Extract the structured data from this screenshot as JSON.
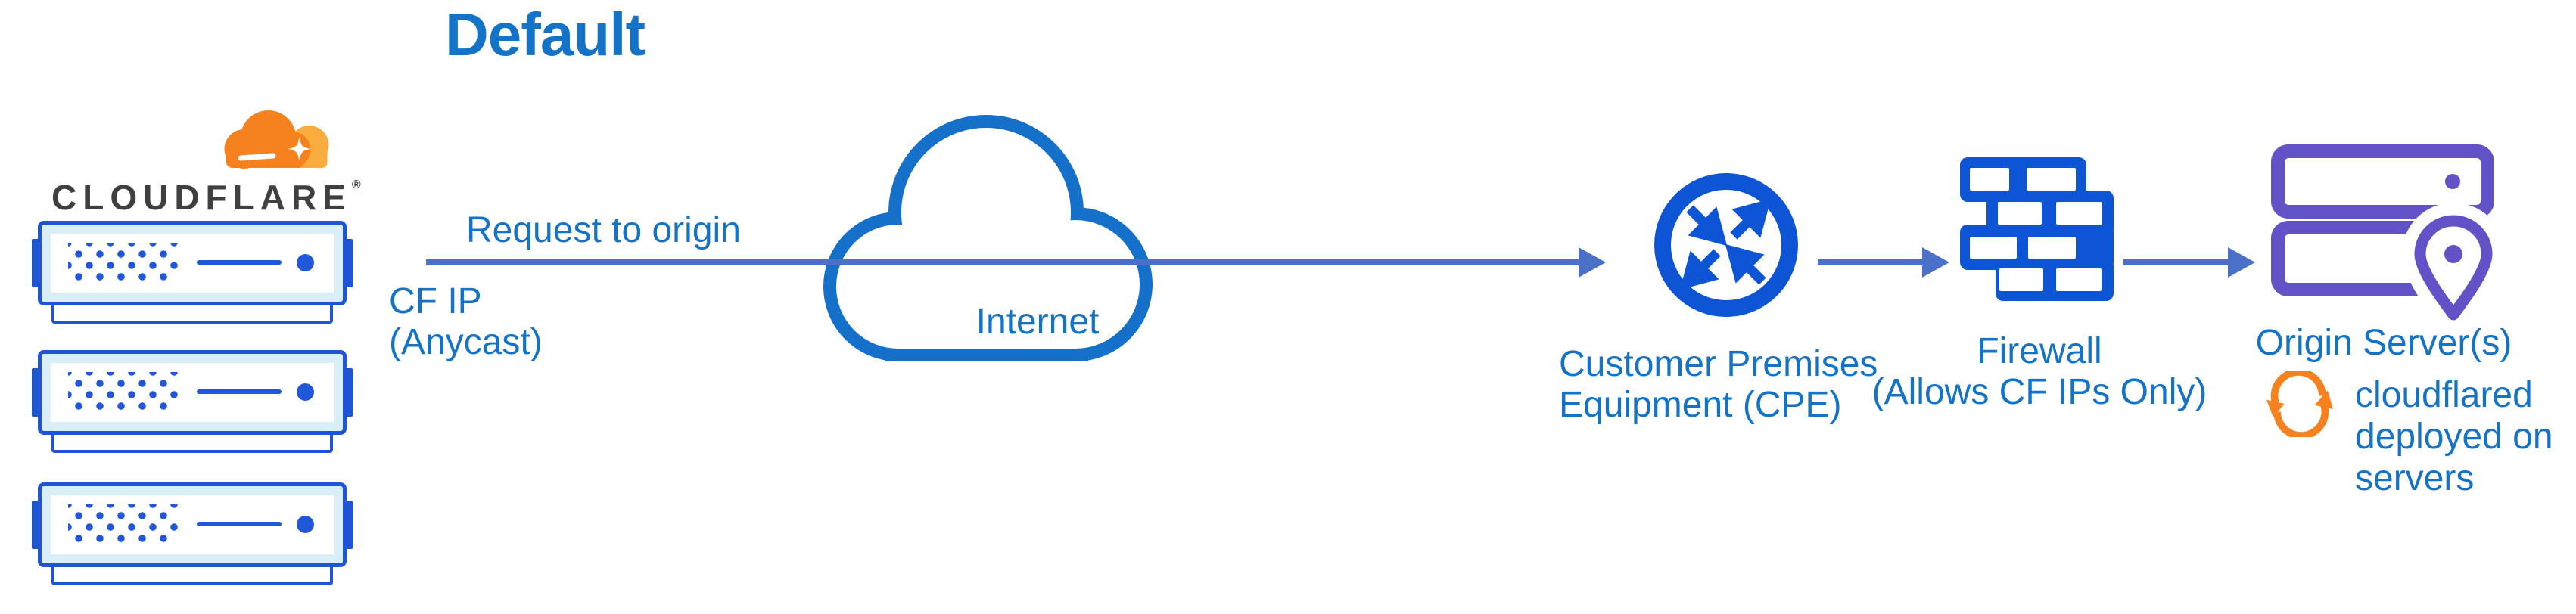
{
  "diagram": {
    "title": "Default"
  },
  "cloudflare_logo": {
    "wordmark": "CLOUDFLARE",
    "registered_mark": "®"
  },
  "edge_network": {
    "server_count": 3
  },
  "flow": {
    "request_label": "Request to origin",
    "source_ip_line1": "CF IP",
    "source_ip_line2": "(Anycast)"
  },
  "nodes": {
    "internet": {
      "label": "Internet"
    },
    "cpe": {
      "label_line1": "Customer Premises",
      "label_line2": "Equipment (CPE)"
    },
    "firewall": {
      "label_line1": "Firewall",
      "label_line2": "(Allows CF IPs Only)"
    },
    "origin": {
      "label": "Origin Server(s)",
      "note_line1": "cloudflared",
      "note_line2": "deployed on",
      "note_line3": "servers"
    }
  },
  "colors": {
    "label_blue": "#1473C6",
    "icon_blue": "#0D55D4",
    "server_blue": "#1E55D5",
    "arrow_blue": "#4B70C7",
    "cloud_stroke_blue": "#1470C8",
    "origin_purple": "#6152C8",
    "brand_orange": "#F6821F",
    "brand_orange_light": "#FAAD3F",
    "wordmark_dark": "#3F3F40",
    "server_fill": "#D9EEF6"
  },
  "icons": [
    "cloudflare-cloud-icon",
    "edge-server-icon",
    "internet-cloud-icon",
    "arrow-right-icon",
    "cpe-router-icon",
    "firewall-brick-icon",
    "origin-servers-icon",
    "location-pin-icon",
    "sync-icon"
  ]
}
